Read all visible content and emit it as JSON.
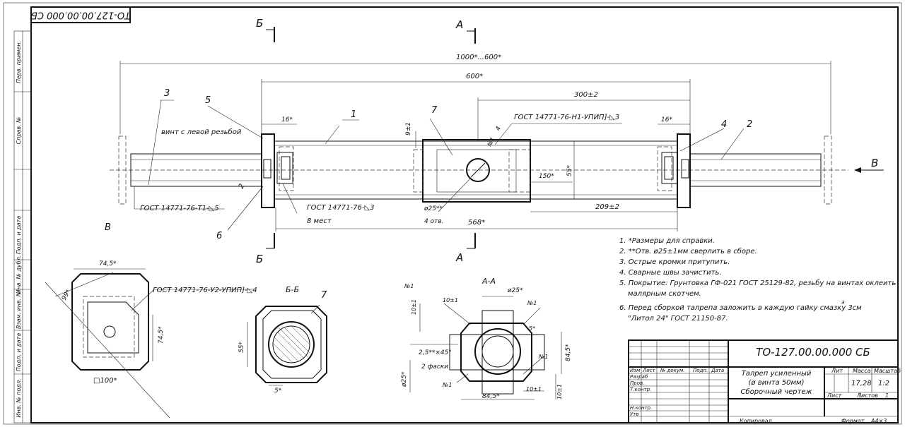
{
  "stamp_code_rotated": "ТО-127.00.00.000 СБ",
  "side_columns": [
    "Перв. примен.",
    "Справ. №",
    "Подп. и дата",
    "Инв. № дубл.",
    "Взам. инв. №",
    "Подп. и дата",
    "Инв. № подл."
  ],
  "section_marks": {
    "b": "Б",
    "a": "А",
    "v": "В"
  },
  "dimensions": {
    "total": "1000*...600*",
    "d600": "600*",
    "d300": "300±2",
    "d16a": "16*",
    "d16b": "16*",
    "d9": "9±1",
    "d150": "150*",
    "d55": "55*",
    "d209": "209±2",
    "d568": "568*",
    "d25": "ø25**",
    "d4otv": "4 отв."
  },
  "callouts": {
    "c1": "1",
    "c2": "2",
    "c3": "3",
    "c4": "4",
    "c5": "5",
    "c6": "6",
    "c7": "7",
    "c2b": "2",
    "c4b": "4"
  },
  "labels": {
    "left_thread": "винт с левой резьбой",
    "gost_h1": "ГОСТ 14771-76-Н1-УПИП]-◺3",
    "gost_t1": "ГОСТ 14771-76-Т1-◺5",
    "gost_center": "ГОСТ 14771-76-◺3",
    "places8": "8 мест",
    "n1_rot": "№1",
    "gost_u2": "ГОСТ 14771-76-У2-УПИП]-◺4"
  },
  "view_v": {
    "title": "В",
    "d745": "74,5*",
    "d99": "99*",
    "d745b": "74,5*",
    "d100": "□100*"
  },
  "section_bb": {
    "title": "Б-Б",
    "callout": "7",
    "d55": "55*",
    "d5": "5*"
  },
  "section_aa": {
    "title": "А-А",
    "n1a": "№1",
    "n1b": "№1",
    "n1c": "№1",
    "n1d": "№1",
    "d10a": "10±1",
    "d10b": "10±1",
    "d10c": "10±1",
    "d10d": "10±1",
    "d25a": "ø25*",
    "d25b": "ø25*",
    "d5": "5*",
    "d845a": "84,5*",
    "d845b": "84,5*",
    "chamfer": "2,5**×45°",
    "chamfer2": "2 фаски"
  },
  "notes": [
    "1. *Размеры для справки.",
    "2. **Отв. ø25±1мм сверлить в сборе.",
    "3. Острые кромки притупить.",
    "4. Сварные швы зачистить.",
    "5. Покрытие: Грунтовка ГФ-021 ГОСТ 25129-82, резьбу на винтах оклеить",
    "малярным скотчем.",
    "6. Перед сборкой талрепа заложить в каждую гайку смазку 3см",
    "\"Литол 24\" ГОСТ 21150-87."
  ],
  "note6_sup": "3",
  "title_block": {
    "code": "ТО-127.00.00.000 СБ",
    "name1": "Талреп усиленный",
    "name2": "(ø винта 50мм)",
    "name3": "Сборочный чертеж",
    "lit": "Лит",
    "massa": "Масса",
    "masshtab": "Масштаб",
    "mass_val": "17,28",
    "scale_val": "1:2",
    "izm": "Изм",
    "list": "Лист",
    "doc": "№ докум.",
    "podp": "Подп.",
    "data": "Дата",
    "razrab": "Разраб",
    "prov": "Пров.",
    "tkontr": "Т.контр.",
    "nkontr": "Н.контр.",
    "utv": "Утв",
    "list_label": "Лист",
    "listov_label": "Листов",
    "listov_val": "1",
    "kopiroval": "Копировал",
    "format": "Формат",
    "format_val": "А4×3"
  }
}
